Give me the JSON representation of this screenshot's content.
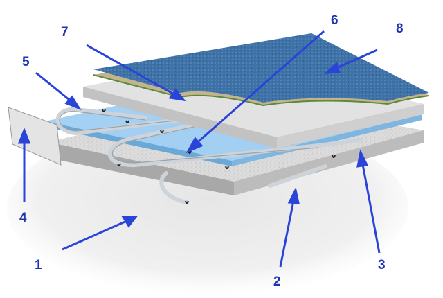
{
  "colors": {
    "arrow": "#2a44d8",
    "label": "#1e32b4",
    "pipe": "#cdd3d8",
    "insulation": "#9fcff2",
    "concrete": "#d8d8d8",
    "carpet": "#3f73a8",
    "underlay": "#c4b48e"
  },
  "callouts": [
    {
      "id": "1",
      "text": "1",
      "part": "gravel-base"
    },
    {
      "id": "2",
      "text": "2",
      "part": "concrete-slab"
    },
    {
      "id": "3",
      "text": "3",
      "part": "insulation-layer"
    },
    {
      "id": "4",
      "text": "4",
      "part": "edge-damper-tape"
    },
    {
      "id": "5",
      "text": "5",
      "part": "heating-pipe"
    },
    {
      "id": "6",
      "text": "6",
      "part": "pipe-clip"
    },
    {
      "id": "7",
      "text": "7",
      "part": "screed-layer"
    },
    {
      "id": "8",
      "text": "8",
      "part": "floor-covering"
    }
  ]
}
